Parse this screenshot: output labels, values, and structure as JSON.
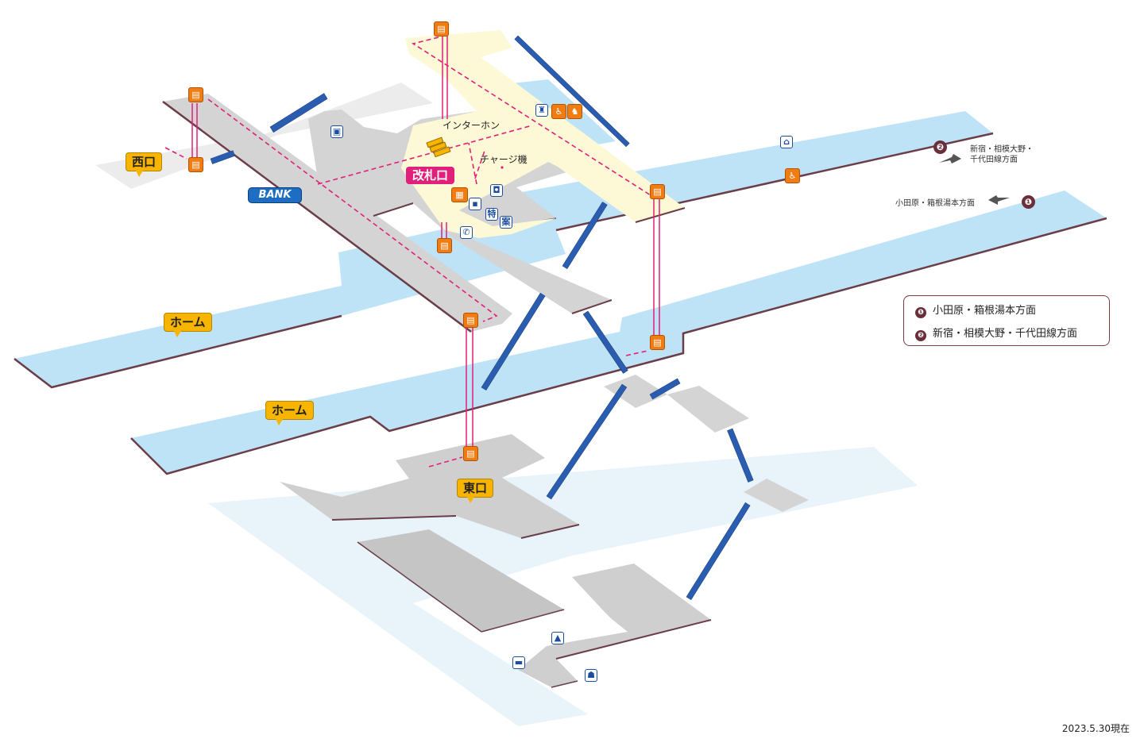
{
  "exits": {
    "west": "西口",
    "east": "東口",
    "ticket_gate": "改札口"
  },
  "platforms": {
    "upper_label": "ホーム",
    "lower_label": "ホーム"
  },
  "facilities": {
    "intercom": "インターホン",
    "charge_machine": "チャージ機",
    "bank": "BANK"
  },
  "directions": {
    "north": {
      "number": "❷",
      "text_line1": "新宿・相模大野・",
      "text_line2": "千代田線方面"
    },
    "south": {
      "number": "❶",
      "text": "小田原・箱根湯本方面"
    }
  },
  "legend": [
    {
      "number": "❶",
      "text": "小田原・箱根湯本方面"
    },
    {
      "number": "❷",
      "text": "新宿・相模大野・千代田線方面"
    }
  ],
  "date": "2023.5.30現在",
  "colors": {
    "platform": "#bfe3f6",
    "concourse": "#d4d4d4",
    "gate_area": "#fdf8d6",
    "ground": "#e9f5fb",
    "edge": "#6a3d48",
    "stair": "#2a5db0",
    "elevator": "#e0207a",
    "tag": "#f7b500"
  },
  "icons": [
    "elevator-icon",
    "toilet-icon",
    "wheelchair-icon",
    "nursing-room-icon",
    "locker-icon",
    "phone-icon",
    "ticket-machine-icon",
    "taxi-icon",
    "bus-icon",
    "police-icon"
  ]
}
